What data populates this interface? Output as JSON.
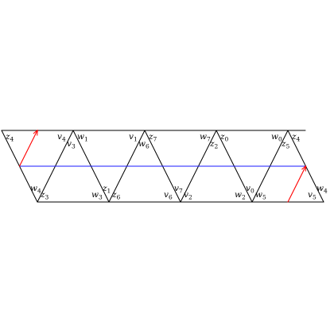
{
  "colors": {
    "edges": "#000000",
    "midline": "#1a1aff",
    "arrows": "#ff0000"
  },
  "labels": {
    "top_left": "z4",
    "top_apex_1": [
      "v4",
      "w1",
      "v3"
    ],
    "top_apex_2": [
      "v1",
      "z7",
      "w6"
    ],
    "top_apex_3": [
      "w7",
      "z0",
      "z2"
    ],
    "top_apex_4": [
      "w0",
      "z4",
      "z5"
    ],
    "bottom_apex_1": [
      "w4",
      "z3"
    ],
    "bottom_apex_2": [
      "w3",
      "z6",
      "z1"
    ],
    "bottom_apex_3": [
      "v6",
      "v2",
      "v7"
    ],
    "bottom_apex_4": [
      "w2",
      "w5",
      "v0"
    ],
    "bottom_right": [
      "v5",
      "w4"
    ]
  }
}
